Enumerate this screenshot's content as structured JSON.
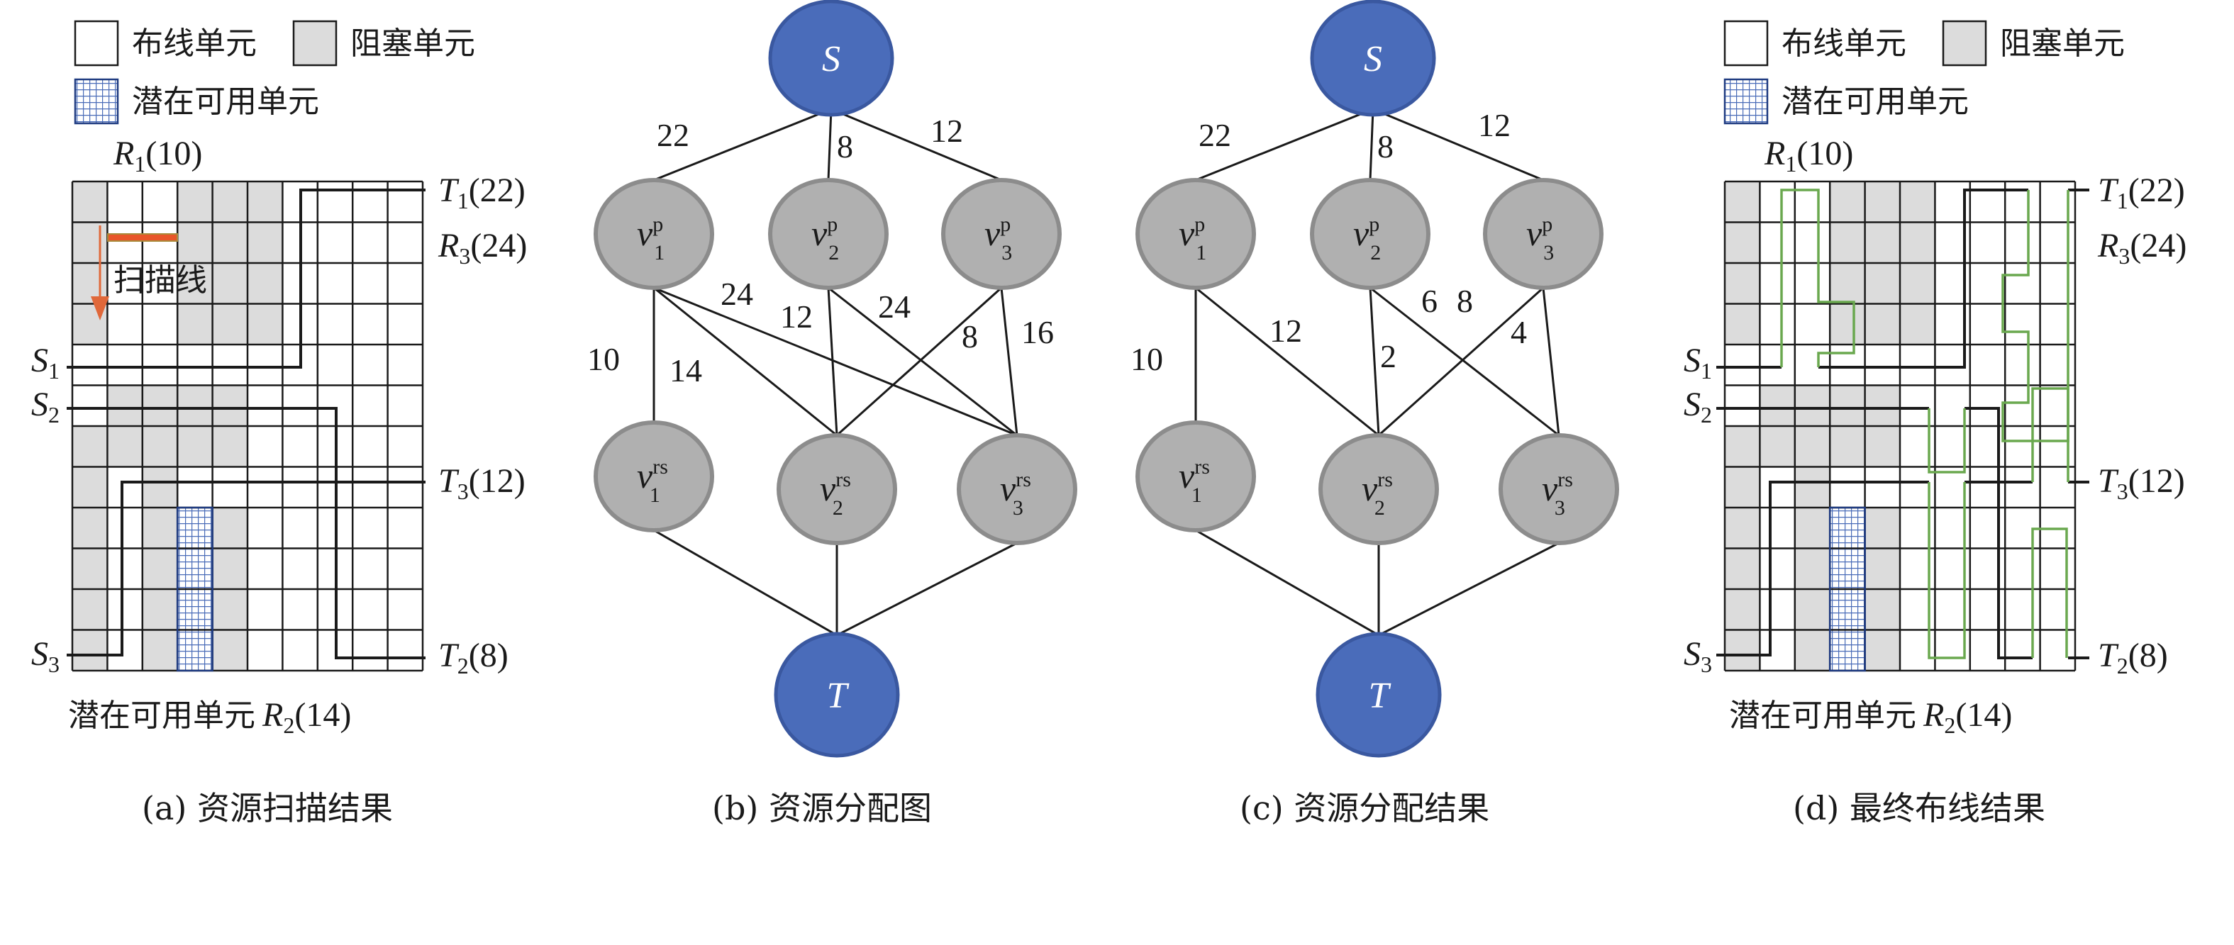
{
  "legend": {
    "routing_cell": "布线单元",
    "blocked_cell": "阻塞单元",
    "potential_cell": "潜在可用单元"
  },
  "colors": {
    "blocked": "#dcdcdc",
    "hatch": "#4a6cb8",
    "source_sink_node": "#4a6cba",
    "source_sink_stroke": "#3a58a0",
    "resource_node": "#b0b0b0",
    "resource_node_stroke": "#8c8c8c",
    "scan_line": "#e8562a",
    "scan_arrow": "#e0683a",
    "green_route": "#6aa84f"
  },
  "grid": {
    "cols": 10,
    "rows": 12,
    "blocked_a": [
      [
        0,
        0
      ],
      [
        0,
        3
      ],
      [
        0,
        4
      ],
      [
        0,
        5
      ],
      [
        1,
        0
      ],
      [
        1,
        3
      ],
      [
        1,
        4
      ],
      [
        1,
        5
      ],
      [
        2,
        0
      ],
      [
        2,
        3
      ],
      [
        2,
        4
      ],
      [
        2,
        5
      ],
      [
        3,
        0
      ],
      [
        3,
        3
      ],
      [
        3,
        4
      ],
      [
        3,
        5
      ],
      [
        5,
        1
      ],
      [
        5,
        2
      ],
      [
        5,
        3
      ],
      [
        5,
        4
      ],
      [
        6,
        0
      ],
      [
        6,
        1
      ],
      [
        6,
        2
      ],
      [
        6,
        3
      ],
      [
        6,
        4
      ],
      [
        7,
        0
      ],
      [
        7,
        2
      ],
      [
        8,
        0
      ],
      [
        8,
        2
      ],
      [
        8,
        4
      ],
      [
        9,
        0
      ],
      [
        9,
        2
      ],
      [
        9,
        4
      ],
      [
        10,
        0
      ],
      [
        10,
        2
      ],
      [
        10,
        4
      ],
      [
        11,
        0
      ],
      [
        11,
        2
      ],
      [
        11,
        4
      ]
    ],
    "potential": [
      [
        8,
        3
      ],
      [
        9,
        3
      ],
      [
        10,
        3
      ],
      [
        11,
        3
      ]
    ]
  },
  "panel_a": {
    "r1": {
      "name": "R",
      "sub": "1",
      "cap": "(10)"
    },
    "t1": {
      "name": "T",
      "sub": "1",
      "cap": "(22)"
    },
    "r3": {
      "name": "R",
      "sub": "3",
      "cap": "(24)"
    },
    "t3": {
      "name": "T",
      "sub": "3",
      "cap": "(12)"
    },
    "t2": {
      "name": "T",
      "sub": "2",
      "cap": "(8)"
    },
    "s1": {
      "name": "S",
      "sub": "1"
    },
    "s2": {
      "name": "S",
      "sub": "2"
    },
    "s3": {
      "name": "S",
      "sub": "3"
    },
    "scan_label": "扫描线",
    "potential_label_cn": "潜在可用单元",
    "r2": {
      "name": "R",
      "sub": "2",
      "cap": "(14)"
    },
    "caption": "(a)  资源扫描结果"
  },
  "panel_b": {
    "caption": "(b)  资源分配图",
    "weights": {
      "s_v1p": "22",
      "s_v2p": "8",
      "s_v3p": "12",
      "v1p_v1rs": "10",
      "v1p_v2rs": "14",
      "v1p_v3rs": "24",
      "v2p_v2rs": "12",
      "v2p_v3rs": "24",
      "v3p_v2rs": "8",
      "v3p_v3rs": "16"
    }
  },
  "panel_c": {
    "caption": "(c)  资源分配结果",
    "weights": {
      "s_v1p": "22",
      "s_v2p": "8",
      "s_v3p": "12",
      "v1p_v1rs": "10",
      "v1p_v2rs": "12",
      "v2p_v2rs": "2",
      "v2p_v3rs": "6",
      "v3p_v2rs": "8",
      "v3p_v3rs": "4"
    }
  },
  "nodes": {
    "source": "S",
    "sink": "T",
    "v": "v",
    "p_sup": "p",
    "rs_sup": "rs",
    "subs": [
      "1",
      "2",
      "3"
    ]
  },
  "panel_d": {
    "caption": "(d)  最终布线结果"
  }
}
